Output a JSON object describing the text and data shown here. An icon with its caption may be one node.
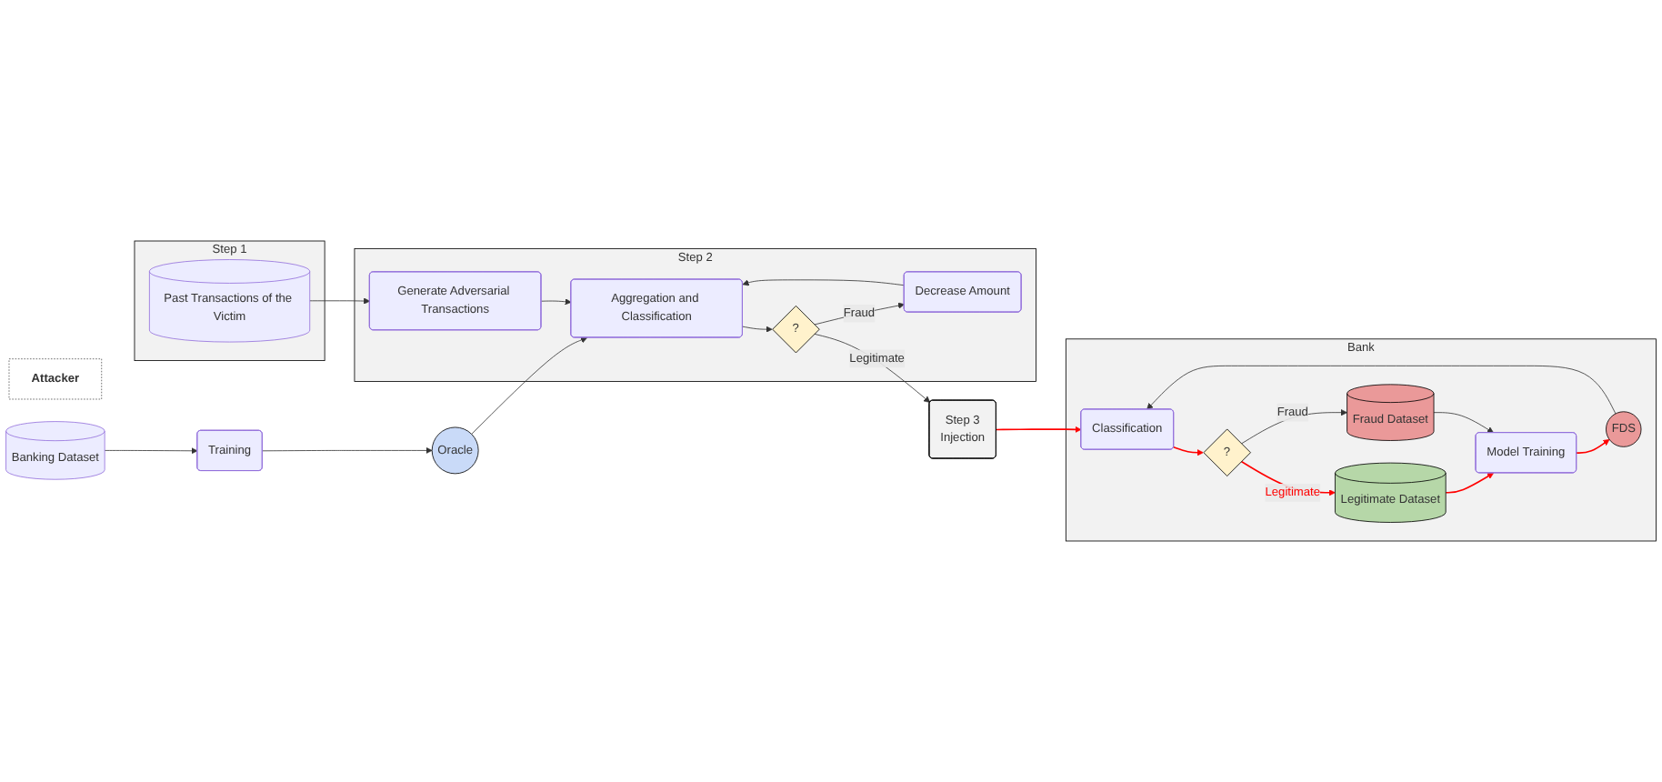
{
  "diagram": {
    "nodes": [
      {
        "text": [
          "Attacker"
        ]
      },
      {
        "text": [
          "Banking Dataset"
        ]
      },
      {
        "text": [
          "Training"
        ]
      },
      {
        "text": [
          "Oracle"
        ]
      },
      {
        "text": [
          "Step 1"
        ]
      },
      {
        "text": [
          "Past Transactions of the Victim"
        ],
        "in": 4
      },
      {
        "text": [
          "Step 2"
        ]
      },
      {
        "text": [
          "Generate Adversarial Transactions"
        ],
        "in": 6
      },
      {
        "text": [
          "Aggregation and Classification"
        ],
        "in": 6
      },
      {
        "text": [
          "Decrease Amount"
        ],
        "in": 6
      },
      {
        "text": [
          "?"
        ],
        "in": 6
      },
      {
        "text": [
          "Step 3",
          "Injection"
        ]
      },
      {
        "text": [
          "Bank"
        ]
      },
      {
        "text": [
          "Model Training"
        ],
        "in": 12
      },
      {
        "text": [
          "Legitimate Dataset"
        ],
        "in": 12
      },
      {
        "text": [
          "FDS"
        ],
        "in": 12
      },
      {
        "text": [
          "?"
        ],
        "in": 12
      },
      {
        "text": [
          "Classification"
        ],
        "in": 12
      },
      {
        "text": [
          "Fraud Dataset"
        ],
        "in": 12
      }
    ],
    "edges": [
      {
        "from": 1,
        "to": 2,
        "arrow": "to"
      },
      {
        "from": 2,
        "to": 3,
        "arrow": "to"
      },
      {
        "from": 3,
        "to": 8,
        "arrow": "to"
      },
      {
        "from": 5,
        "to": 7,
        "arrow": "to"
      },
      {
        "from": 7,
        "to": 8,
        "arrow": "to"
      },
      {
        "from": 8,
        "to": 10,
        "arrow": "to"
      },
      {
        "from": 10,
        "to": 9,
        "label": "Fraud",
        "arrow": "to"
      },
      {
        "from": 9,
        "to": 8,
        "arrow": "to"
      },
      {
        "from": 10,
        "to": 11,
        "label": "Legitimate",
        "arrow": "to"
      },
      {
        "from": 11,
        "to": 17,
        "arrow": "to",
        "color": "#ff0000"
      },
      {
        "from": 14,
        "to": 13,
        "arrow": "to",
        "color": "#ff0000"
      },
      {
        "from": 13,
        "to": 15,
        "arrow": "to",
        "color": "#ff0000"
      },
      {
        "from": 15,
        "to": 17,
        "arrow": "to"
      },
      {
        "from": 17,
        "to": 16,
        "arrow": "to",
        "color": "#ff0000"
      },
      {
        "from": 16,
        "to": 14,
        "label": "Legitimate",
        "arrow": "to",
        "color": "#ff0000"
      },
      {
        "from": 16,
        "to": 18,
        "label": "Fraud",
        "arrow": "to"
      },
      {
        "from": 18,
        "to": 13,
        "arrow": "to"
      }
    ]
  }
}
